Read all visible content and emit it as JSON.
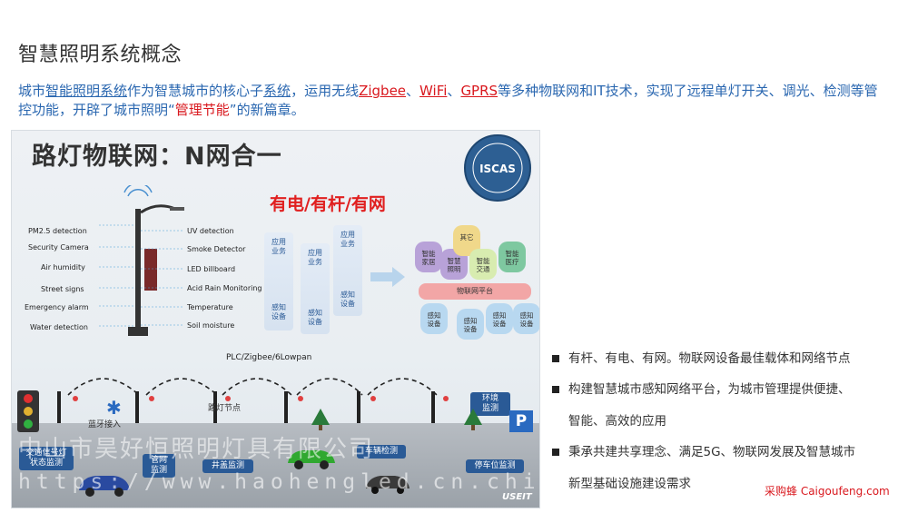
{
  "slide": {
    "title": "智慧照明系统概念",
    "intro": {
      "p1": "城市",
      "p2": "智能照明系统",
      "p3": "作为智慧城市的核心子",
      "p4": "系统",
      "p5": "，运用无线",
      "zigbee": "Zigbee",
      "sep1": "、",
      "wifi": "WiFi",
      "sep2": "、",
      "gprs": "GPRS",
      "p6": "等多种物联网和IT技术，实现了远程单灯开关、调光、检测等管控功能，开辟了城市照明“",
      "p7": "管理节能",
      "p8": "”的新篇章。"
    },
    "bullets": [
      {
        "line1": "有杆、有电、有网。物联网设备最佳载体和网络节点",
        "line2": ""
      },
      {
        "line1": "构建智慧城市感知网络平台，为城市管理提供便捷、",
        "line2": "智能、高效的应用"
      },
      {
        "line1": "秉承共建共享理念、满足5G、物联网发展及智慧城市",
        "line2": "新型基础设施建设需求"
      }
    ]
  },
  "figure": {
    "title": "路灯物联网：N网合一",
    "subtitle": "有电/有杆/有网",
    "seal_text": "ISCAS",
    "sensors_left": [
      "PM2.5 detection",
      "Security Camera",
      "Air humidity",
      "Street signs",
      "Emergency alarm",
      "Water detection"
    ],
    "sensors_right": [
      "UV detection",
      "Smoke Detector",
      "LED billboard",
      "Acid Rain Monitoring",
      "Temperature",
      "Soil moisture"
    ],
    "columns": [
      {
        "top": "应用\n业务",
        "bottom": "感知\n设备"
      },
      {
        "top": "应用\n业务",
        "bottom": "感知\n设备"
      },
      {
        "top": "应用\n业务",
        "bottom": "感知\n设备"
      }
    ],
    "platform": {
      "apps": [
        "智能\n家居",
        "智慧\n照明",
        "其它",
        "智能\n交通",
        "智能\n医疗"
      ],
      "platform_label": "物联网平台",
      "devices": [
        "感知\n设备",
        "感知\n设备",
        "感知\n设备",
        "感知\n设备"
      ]
    },
    "network_label": "PLC/Zigbee/6Lowpan",
    "scene_labels": {
      "bluetooth": "蓝牙接入",
      "lamp_node": "路灯节点",
      "env": "环境\n监测",
      "signal": "交通信号灯\n状态监测",
      "pipe": "管网\n监测",
      "well": "井盖监测",
      "vehicle": "车辆检测",
      "parking": "停车位监测",
      "parking_sign": "P",
      "brand": "USEIT"
    },
    "colors": {
      "blue": "#2a5a96",
      "green": "#7ec8a0",
      "purple": "#b8a2d8",
      "red": "#e02020"
    }
  },
  "overlays": {
    "watermark_cn": "中山市昊好恒照明灯具有限公司",
    "watermark_url": "https://www.haohengled.cn.china.cn",
    "credit": "采购蜂 Caigoufeng.com"
  }
}
